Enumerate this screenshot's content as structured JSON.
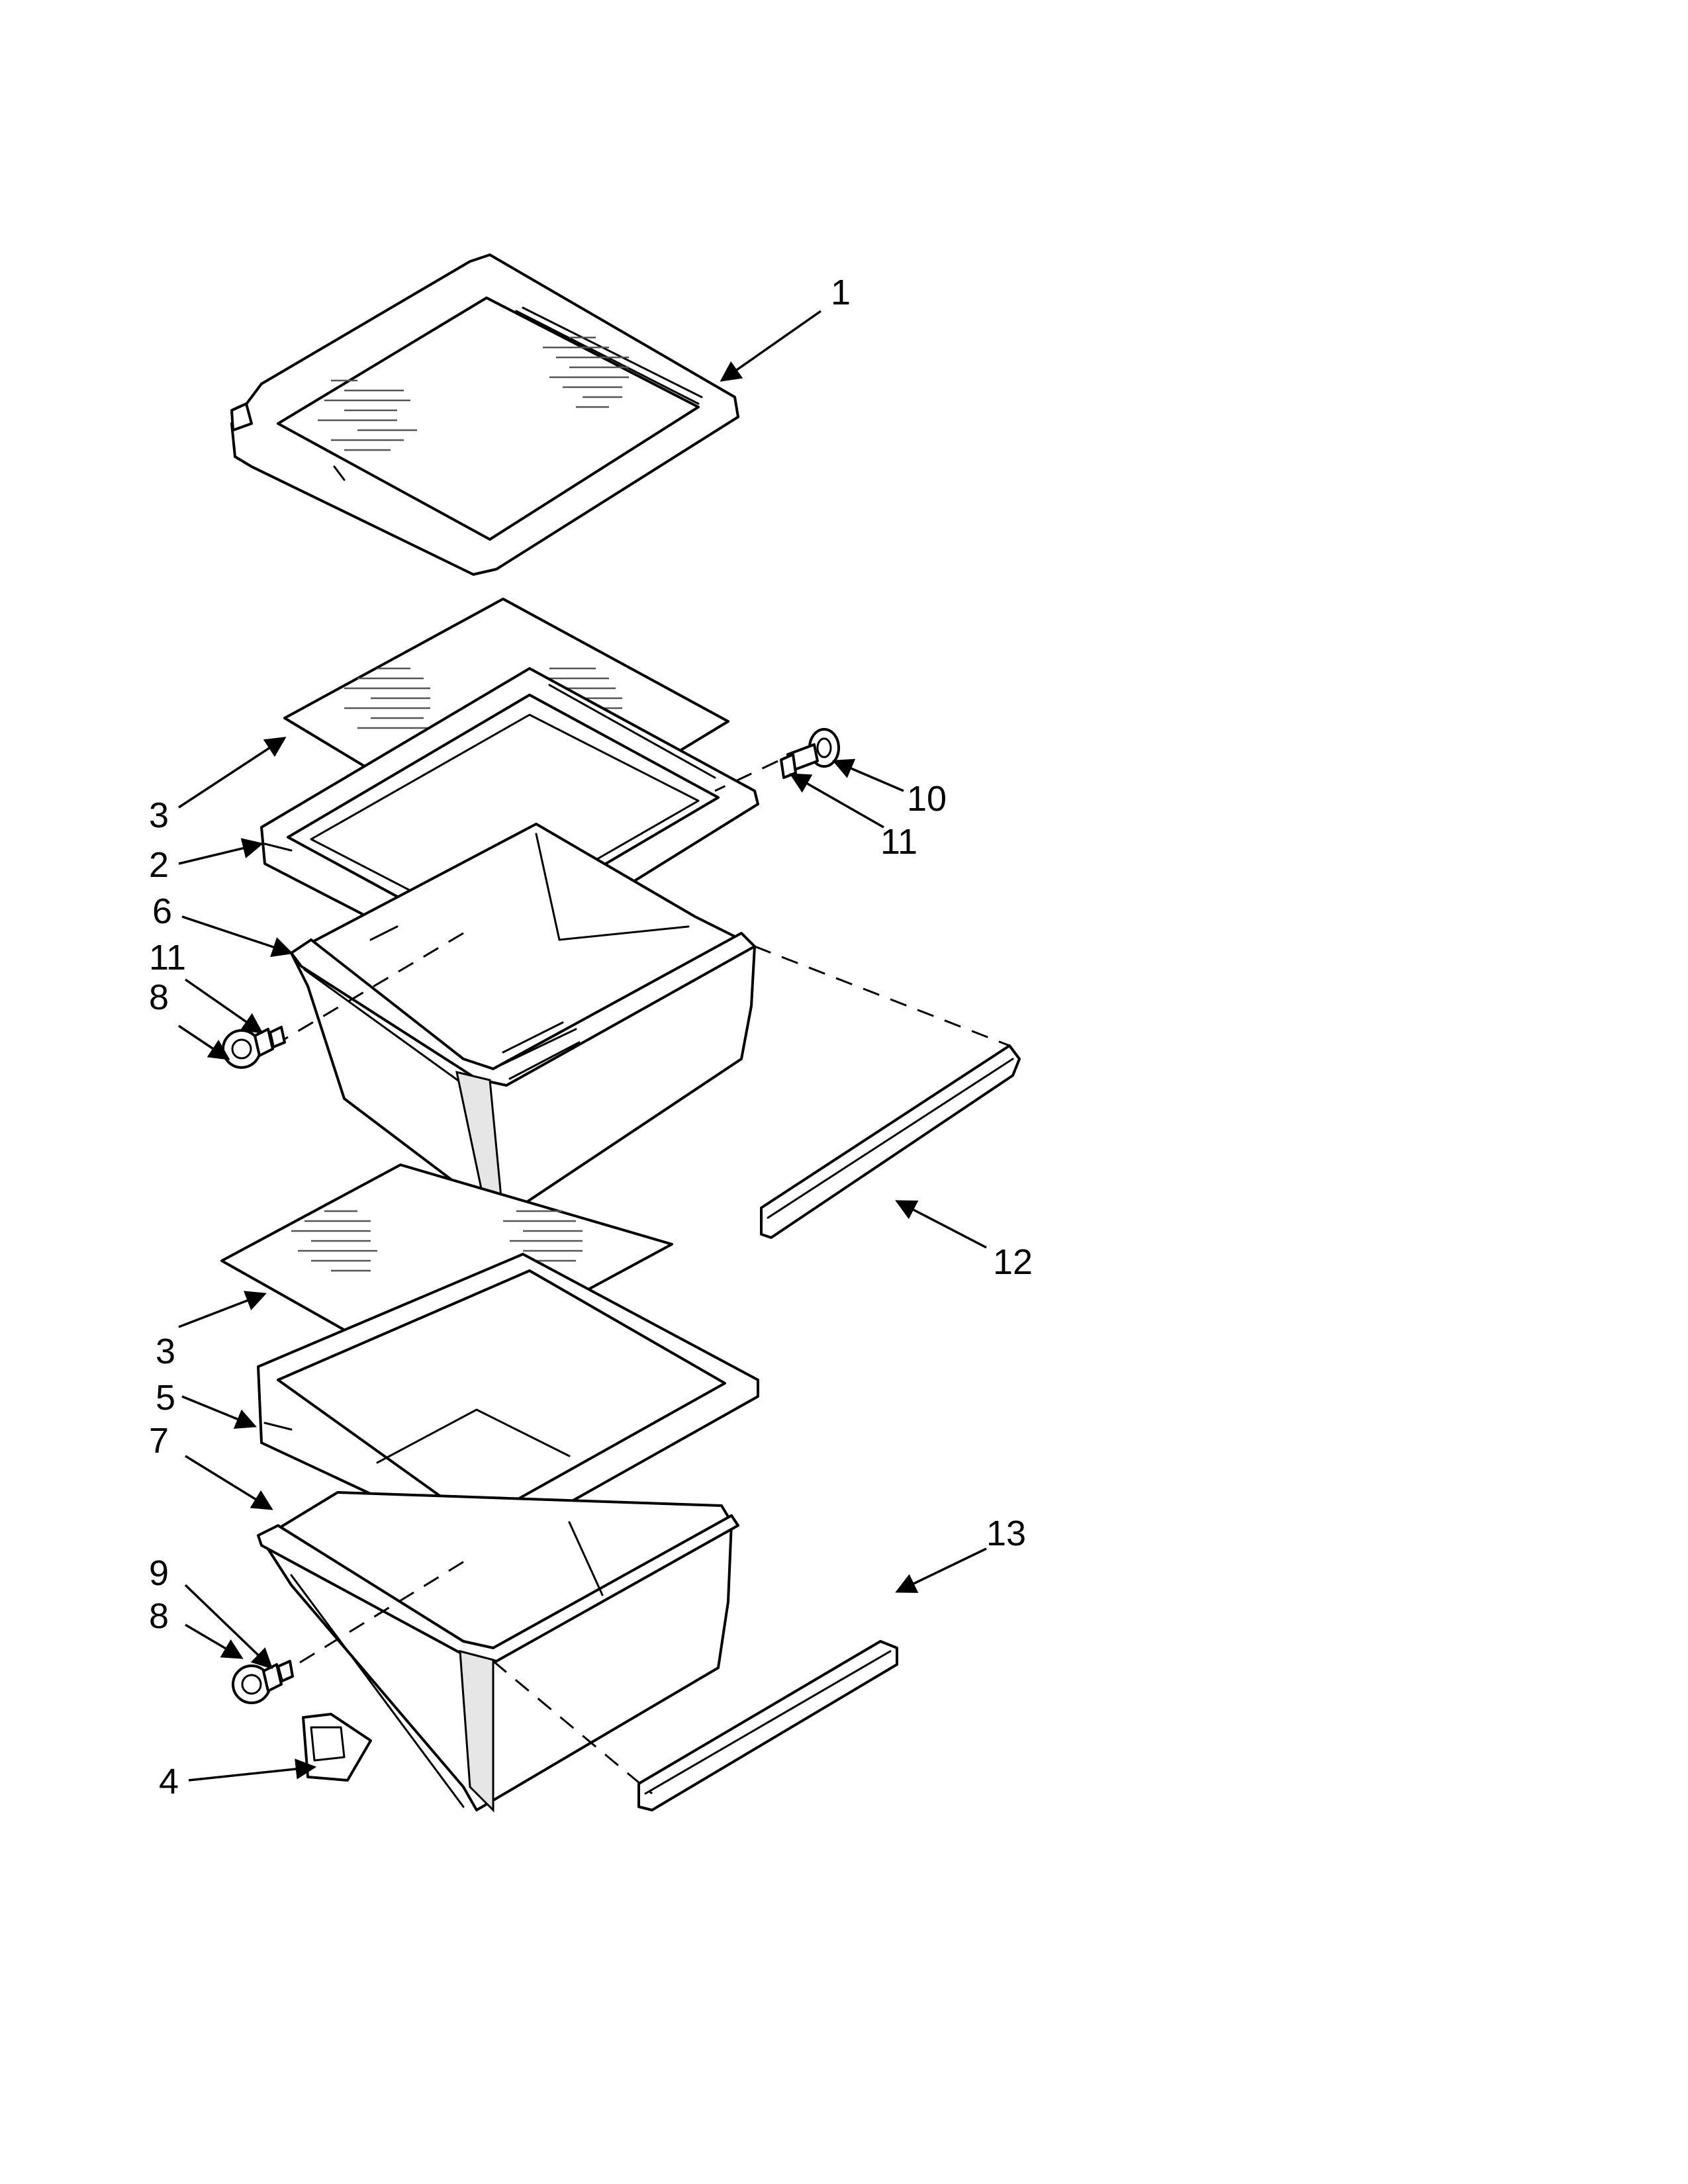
{
  "callouts": [
    {
      "id": "c1",
      "text": "1"
    },
    {
      "id": "c3a",
      "text": "3"
    },
    {
      "id": "c2",
      "text": "2"
    },
    {
      "id": "c6",
      "text": "6"
    },
    {
      "id": "c11a",
      "text": "11"
    },
    {
      "id": "c8a",
      "text": "8"
    },
    {
      "id": "c10",
      "text": "10"
    },
    {
      "id": "c11b",
      "text": "11"
    },
    {
      "id": "c12",
      "text": "12"
    },
    {
      "id": "c3b",
      "text": "3"
    },
    {
      "id": "c5",
      "text": "5"
    },
    {
      "id": "c7",
      "text": "7"
    },
    {
      "id": "c9",
      "text": "9"
    },
    {
      "id": "c8b",
      "text": "8"
    },
    {
      "id": "c13",
      "text": "13"
    },
    {
      "id": "c4",
      "text": "4"
    }
  ]
}
